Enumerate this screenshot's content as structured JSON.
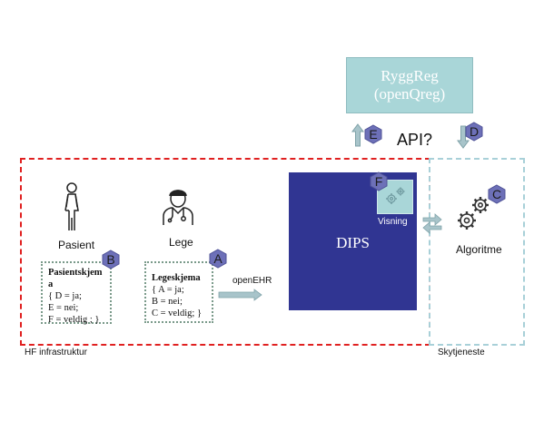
{
  "ryggreg": {
    "line1": "RyggReg",
    "line2": "(openQreg)"
  },
  "api_label": "API?",
  "dips": {
    "title": "DIPS",
    "visning_label": "Visning"
  },
  "algoritme_label": "Algoritme",
  "pasient_label": "Pasient",
  "lege_label": "Lege",
  "openehr_label": "openEHR",
  "hf_label": "HF infrastruktur",
  "sky_label": "Skytjeneste",
  "badges": {
    "a": "A",
    "b": "B",
    "c": "C",
    "d": "D",
    "e": "E",
    "f": "F"
  },
  "pasientskjema": {
    "title_line1": "Pasientskjem",
    "title_line2": "a",
    "lines": [
      "{ D = ja;",
      "E = nei;",
      "F = veldig ; }"
    ]
  },
  "legeskjema": {
    "title": "Legeskjema",
    "lines": [
      "{ A = ja;",
      "B = nei;",
      "C = veldig; }"
    ]
  },
  "colors": {
    "hf_border": "#e02020",
    "sky_border": "#a8d0d8",
    "ryggreg_fill": "#a9d6d8",
    "dips_fill": "#303592",
    "badge_fill": "#6d70b8",
    "arrow_fill": "#a8c4ca"
  }
}
